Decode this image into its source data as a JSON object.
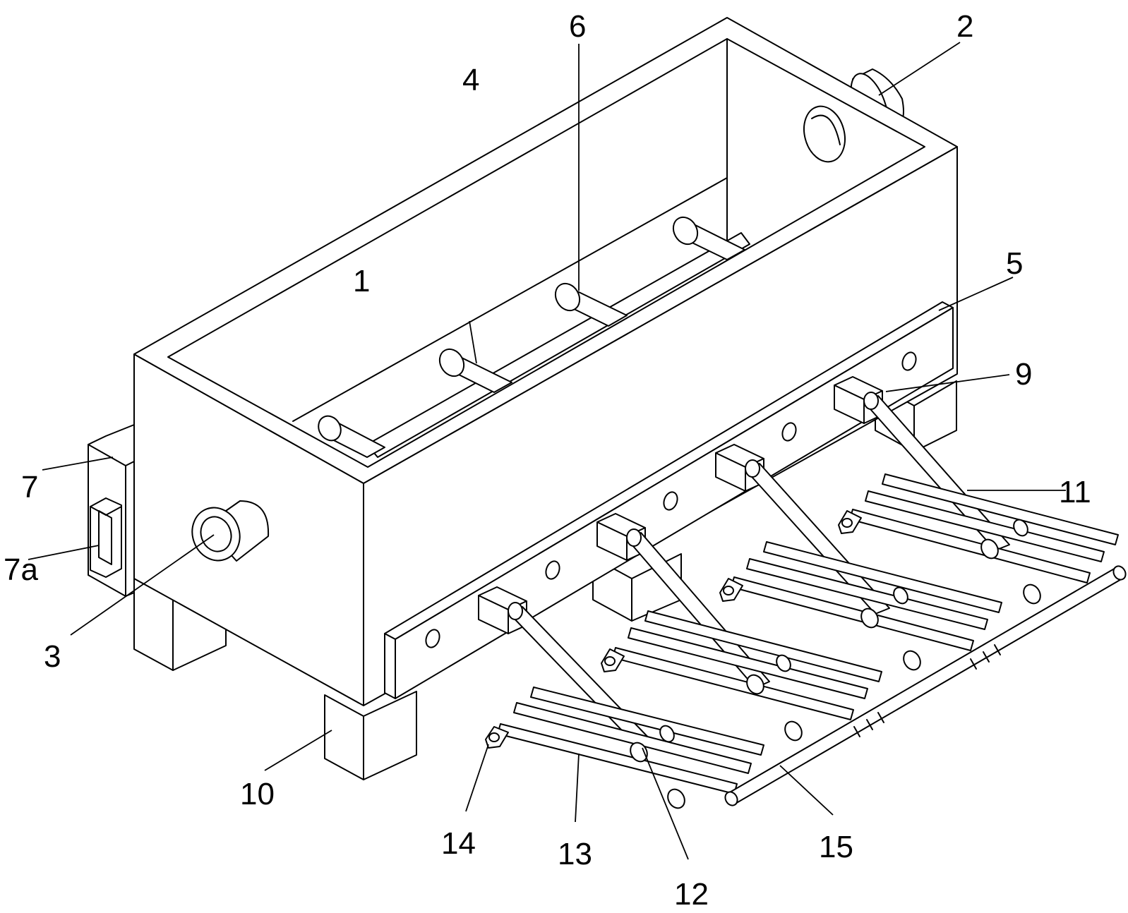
{
  "figure": {
    "stroke_color": "#000000",
    "fill_color": "#ffffff",
    "labels": {
      "l1": "1",
      "l2": "2",
      "l3": "3",
      "l4": "4",
      "l5": "5",
      "l6": "6",
      "l7": "7",
      "l7a": "7a",
      "l9": "9",
      "l10": "10",
      "l11": "11",
      "l12": "12",
      "l13": "13",
      "l14": "14",
      "l15": "15"
    }
  }
}
